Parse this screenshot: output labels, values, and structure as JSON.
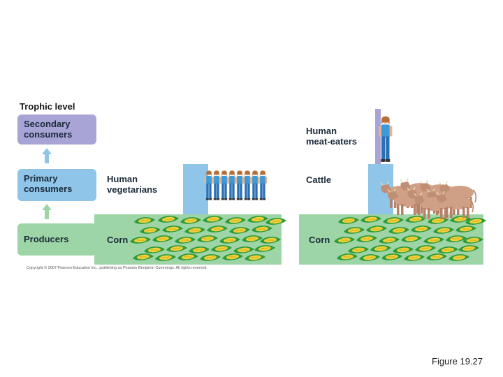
{
  "legend": {
    "heading": "Trophic level",
    "levels": [
      {
        "id": "secondary",
        "line1": "Secondary",
        "line2": "consumers",
        "color": "#a8a4d6"
      },
      {
        "id": "primary",
        "line1": "Primary",
        "line2": "consumers",
        "color": "#8ec5e8"
      },
      {
        "id": "producers",
        "line1": "Producers",
        "line2": "",
        "color": "#9ed5a6"
      }
    ],
    "arrow_color": "#8ec5e8"
  },
  "left_panel": {
    "consumer_label_line1": "Human",
    "consumer_label_line2": "vegetarians",
    "producer_label": "Corn",
    "human_count": 8
  },
  "right_panel": {
    "top_label_line1": "Human",
    "top_label_line2": "meat-eaters",
    "middle_label": "Cattle",
    "producer_label": "Corn",
    "cattle_count": 9
  },
  "copyright": "Copyright © 2007 Pearson Education Inc., publishing as Pearson Benjamin Cummings. All rights reserved.",
  "figure_caption": "Figure 19.27",
  "colors": {
    "producer_green": "#9ed5a6",
    "primary_blue": "#8ec5e8",
    "secondary_purple": "#a8a4d6",
    "corn_yellow": "#f2d23a",
    "leaf_green": "#2f9a3c"
  }
}
